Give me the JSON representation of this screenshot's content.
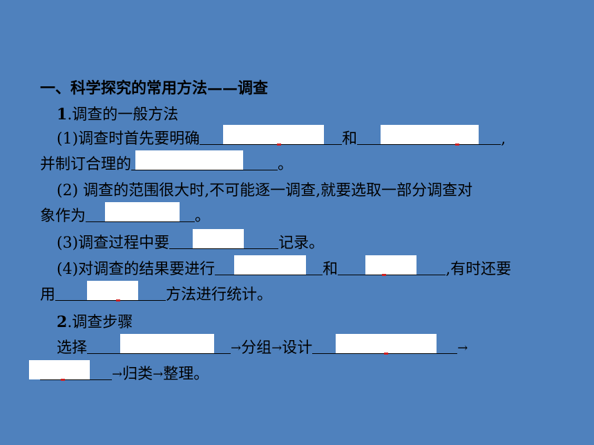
{
  "heading": "一、科学探究的常用方法——调查",
  "sec1": {
    "num": "1",
    "title": ".调查的一般方法"
  },
  "item1": {
    "prefix": "(1)调查时首先要明确",
    "mid": "和",
    "end": ",",
    "line2_prefix": "并制订合理的",
    "line2_end": "。"
  },
  "item2": {
    "text": "(2) 调查的范围很大时,不可能逐一调查,就要选取一部分调查对",
    "line2_prefix": "象作为",
    "line2_end": "。"
  },
  "item3": {
    "prefix": "(3)调查过程中要",
    "end": "记录。"
  },
  "item4": {
    "prefix": "(4)对调查的结果要进行",
    "mid": "和",
    "end": ",有时还要",
    "line2_prefix": "用",
    "line2_end": "方法进行统计。"
  },
  "sec2": {
    "num": "2",
    "title": ".调查步骤"
  },
  "steps": {
    "prefix": "选择",
    "arrow": "→",
    "group": "分组",
    "design": "设计",
    "classify": "归类",
    "organize": "整理。"
  }
}
